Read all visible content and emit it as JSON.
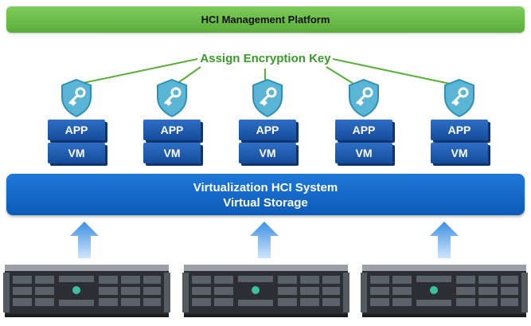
{
  "platform": {
    "title": "HCI Management Platform"
  },
  "assign_label": "Assign Encryption Key",
  "vms": [
    {
      "app": "APP",
      "vm": "VM"
    },
    {
      "app": "APP",
      "vm": "VM"
    },
    {
      "app": "APP",
      "vm": "VM"
    },
    {
      "app": "APP",
      "vm": "VM"
    },
    {
      "app": "APP",
      "vm": "VM"
    }
  ],
  "virtualization": {
    "line1": "Virtualization HCI System",
    "line2": "Virtual Storage"
  },
  "colors": {
    "green_bar": "#6bbd48",
    "label_green": "#3a9a2a",
    "blue_block": "#1f5fb4",
    "blue_bar": "#1467c8",
    "arrow_blue": "#4a9be8",
    "shield": "#5bb6d6"
  },
  "icons": {
    "shield": "shield-key-icon",
    "arrow": "arrow-up-icon",
    "server": "rack-server-icon"
  }
}
